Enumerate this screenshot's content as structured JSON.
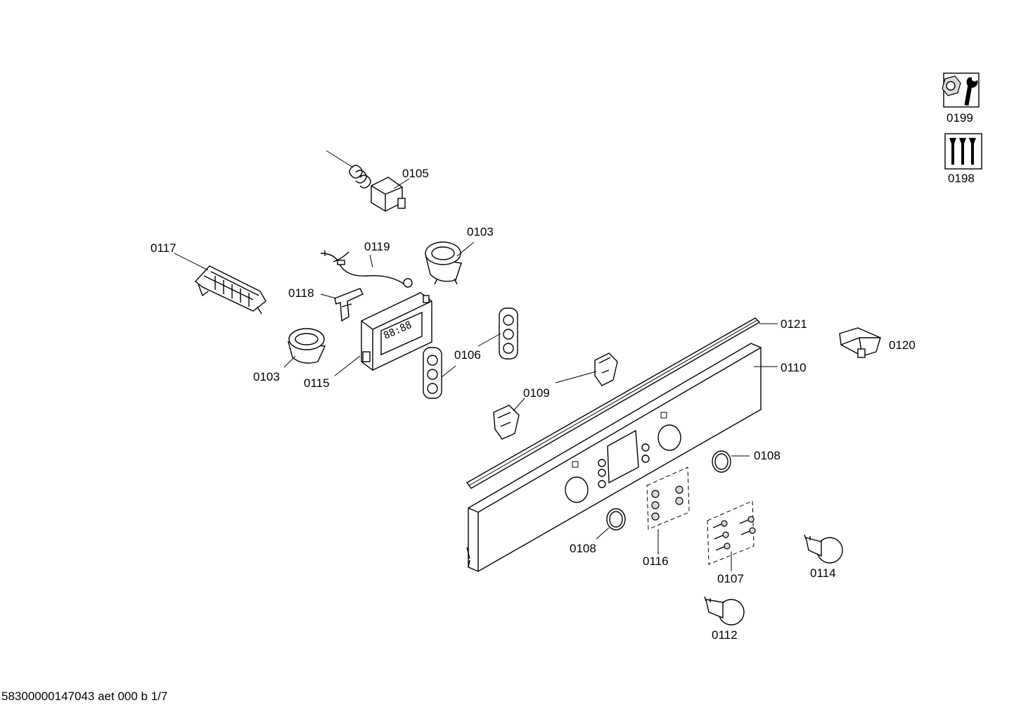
{
  "labels": {
    "p0105": "0105",
    "p0117": "0117",
    "p0119": "0119",
    "p0103a": "0103",
    "p0118": "0118",
    "p0103b": "0103",
    "p0115": "0115",
    "p0106": "0106",
    "p0121": "0121",
    "p0120": "0120",
    "p0110": "0110",
    "p0109": "0109",
    "p0108a": "0108",
    "p0108b": "0108",
    "p0116": "0116",
    "p0107": "0107",
    "p0114": "0114",
    "p0112": "0112",
    "p0199": "0199",
    "p0198": "0198"
  },
  "footer": "58300000147043 aet 000 b 1/7",
  "icons": {
    "service_tool": "wrench-nut-icon",
    "screws": "screws-icon"
  }
}
